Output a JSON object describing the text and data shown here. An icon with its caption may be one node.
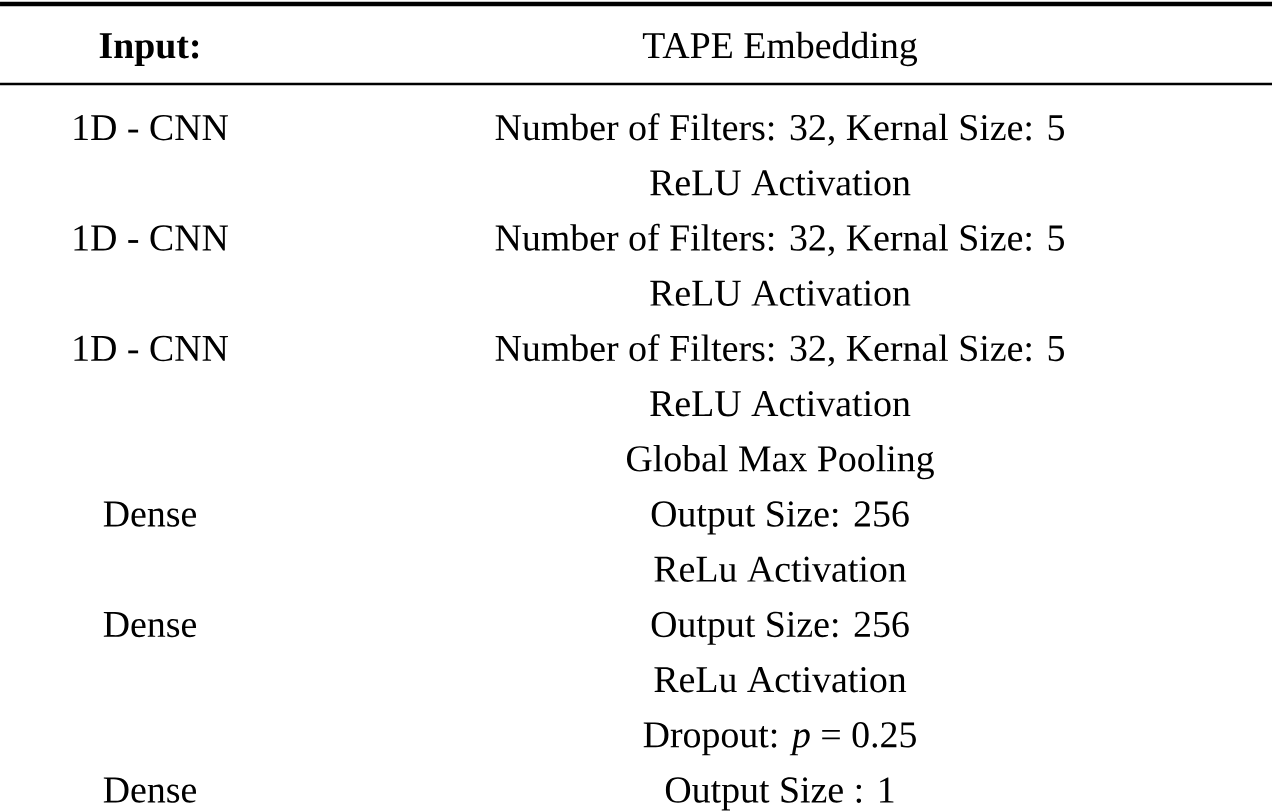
{
  "diagram": {
    "labels": [
      "Input:",
      "TAPE Embedding",
      "1D - CNN",
      "Number of Filters: 32, Kernal Size: 5",
      "ReLU Activation",
      "1D - CNN",
      "Number of Filters: 32, Kernal Size: 5",
      "ReLU Activation",
      "1D - CNN",
      "Number of Filters: 32, Kernal Size: 5",
      "ReLU Activation",
      "Global Max Pooling",
      "Dense",
      "Output Size: 256",
      "ReLu Activation",
      "Dense",
      "Output Size: 256",
      "ReLu Activation",
      "Dropout: *p* = 0.25",
      "Dense",
      "Output Size : 1"
    ]
  }
}
